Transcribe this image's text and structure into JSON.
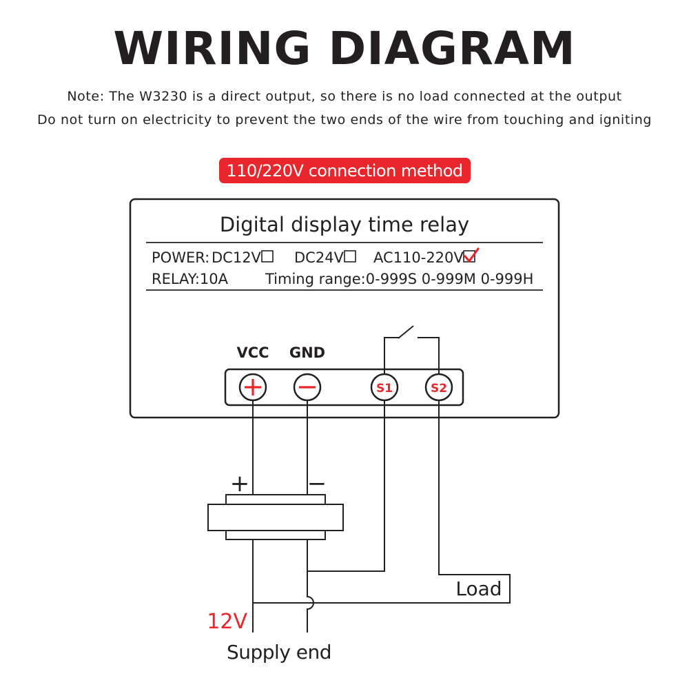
{
  "title": "WIRING DIAGRAM",
  "notes": [
    "Note: The W3230 is a direct output, so there is no load connected at the output",
    "Do not turn on electricity to prevent the two ends of the wire from touching and igniting"
  ],
  "method_label": "110/220V connection method",
  "relay": {
    "title": "Digital display time relay",
    "power_label": "POWER:",
    "power_options": [
      {
        "label": "DC12V",
        "checked": false
      },
      {
        "label": "DC24V",
        "checked": false
      },
      {
        "label": "AC110-220V",
        "checked": true
      }
    ],
    "relay_rating": "RELAY:10A",
    "timing_range": "Timing range:0-999S 0-999M 0-999H"
  },
  "pins": {
    "vcc_label": "VCC",
    "gnd_label": "GND",
    "s1_label": "S1",
    "s2_label": "S2"
  },
  "supply": {
    "plus_label": "+",
    "minus_label": "−",
    "voltage_label": "12V",
    "end_label": "Supply end"
  },
  "load_label": "Load",
  "colors": {
    "accent_red": "#e8262b",
    "line": "#231f20"
  }
}
